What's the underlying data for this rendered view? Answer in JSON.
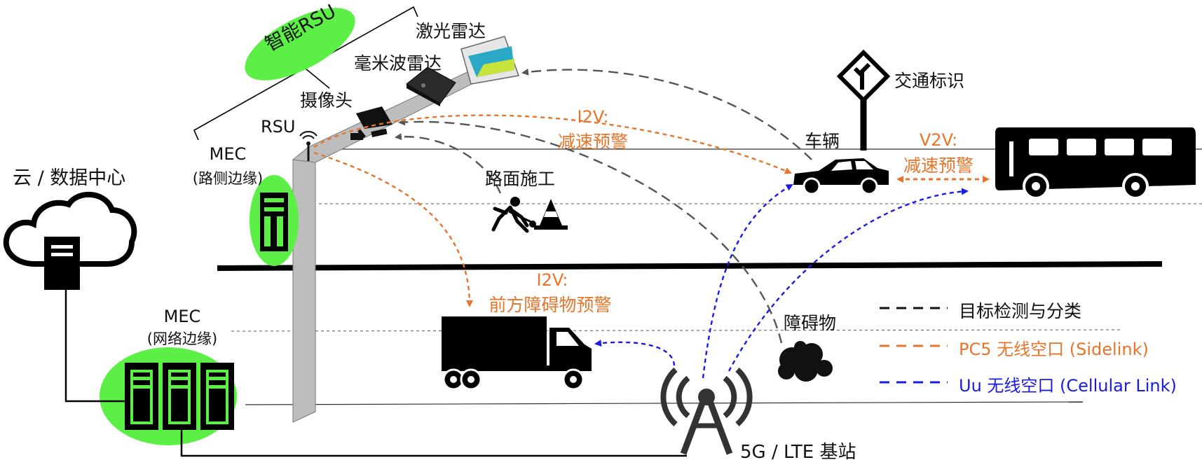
{
  "labels": {
    "cloud": "云 / 数据中心",
    "mec_network_title": "MEC",
    "mec_network_sub": "(网络边缘)",
    "mec_roadside_title": "MEC",
    "mec_roadside_sub": "(路侧边缘)",
    "smart_rsu": "智能RSU",
    "lidar": "激光雷达",
    "mmwave_radar": "毫米波雷达",
    "camera": "摄像头",
    "rsu": "RSU",
    "traffic_sign": "交通标识",
    "vehicle": "车辆",
    "road_construction": "路面施工",
    "obstacle": "障碍物",
    "base_station": "5G / LTE 基站"
  },
  "messages": {
    "i2v_slowdown_title": "I2V:",
    "i2v_slowdown_sub": "减速预警",
    "v2v_slowdown_title": "V2V:",
    "v2v_slowdown_sub": "减速预警",
    "i2v_obstacle_title": "I2V:",
    "i2v_obstacle_sub": "前方障碍物预警"
  },
  "legend": {
    "items": [
      {
        "label": "目标检测与分类",
        "color": "#111111"
      },
      {
        "label": "PC5 无线空口 (Sidelink)",
        "color": "#E8742A"
      },
      {
        "label": "Uu 无线空口 (Cellular Link)",
        "color": "#1A1AE6"
      }
    ]
  },
  "colors": {
    "highlight_green": "#5CF046",
    "sidelink_orange": "#E8742A",
    "cellular_blue": "#1A1AE6",
    "detection_gray": "#555555"
  }
}
